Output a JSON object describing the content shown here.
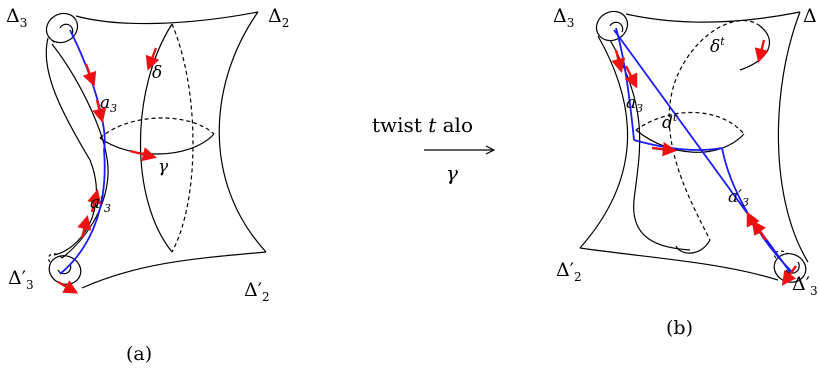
{
  "panel_a": {
    "caption": "(a)",
    "labels": {
      "delta3": "Δ",
      "delta3_sub": "3",
      "delta2": "Δ",
      "delta2_sub": "2",
      "delta3p": "Δ′",
      "delta3p_sub": "3",
      "delta2p": "Δ′",
      "delta2p_sub": "2",
      "a3": "a",
      "a3_sub": "3",
      "a3p": "a′",
      "a3p_sub": "3",
      "delta": "δ",
      "gamma": "γ"
    }
  },
  "arrow": {
    "text": "twist",
    "var": "t",
    "text_tail": "alo",
    "symbol": "γ"
  },
  "panel_b": {
    "caption": "(b)",
    "labels": {
      "delta3": "Δ",
      "delta3_sub": "3",
      "delta_right": "Δ",
      "delta2p": "Δ′",
      "delta2p_sub": "2",
      "delta3p": "Δ′",
      "delta3p_sub": "3",
      "a3": "a",
      "a3_sub": "3",
      "a3p": "a′",
      "a3p_sub": "3",
      "dt": "d",
      "dt_sup": "t",
      "deltat": "δ",
      "deltat_sup": "t"
    }
  },
  "colors": {
    "curve": "#000000",
    "arc": "#1a1aff",
    "arrow": "#ee1111"
  }
}
